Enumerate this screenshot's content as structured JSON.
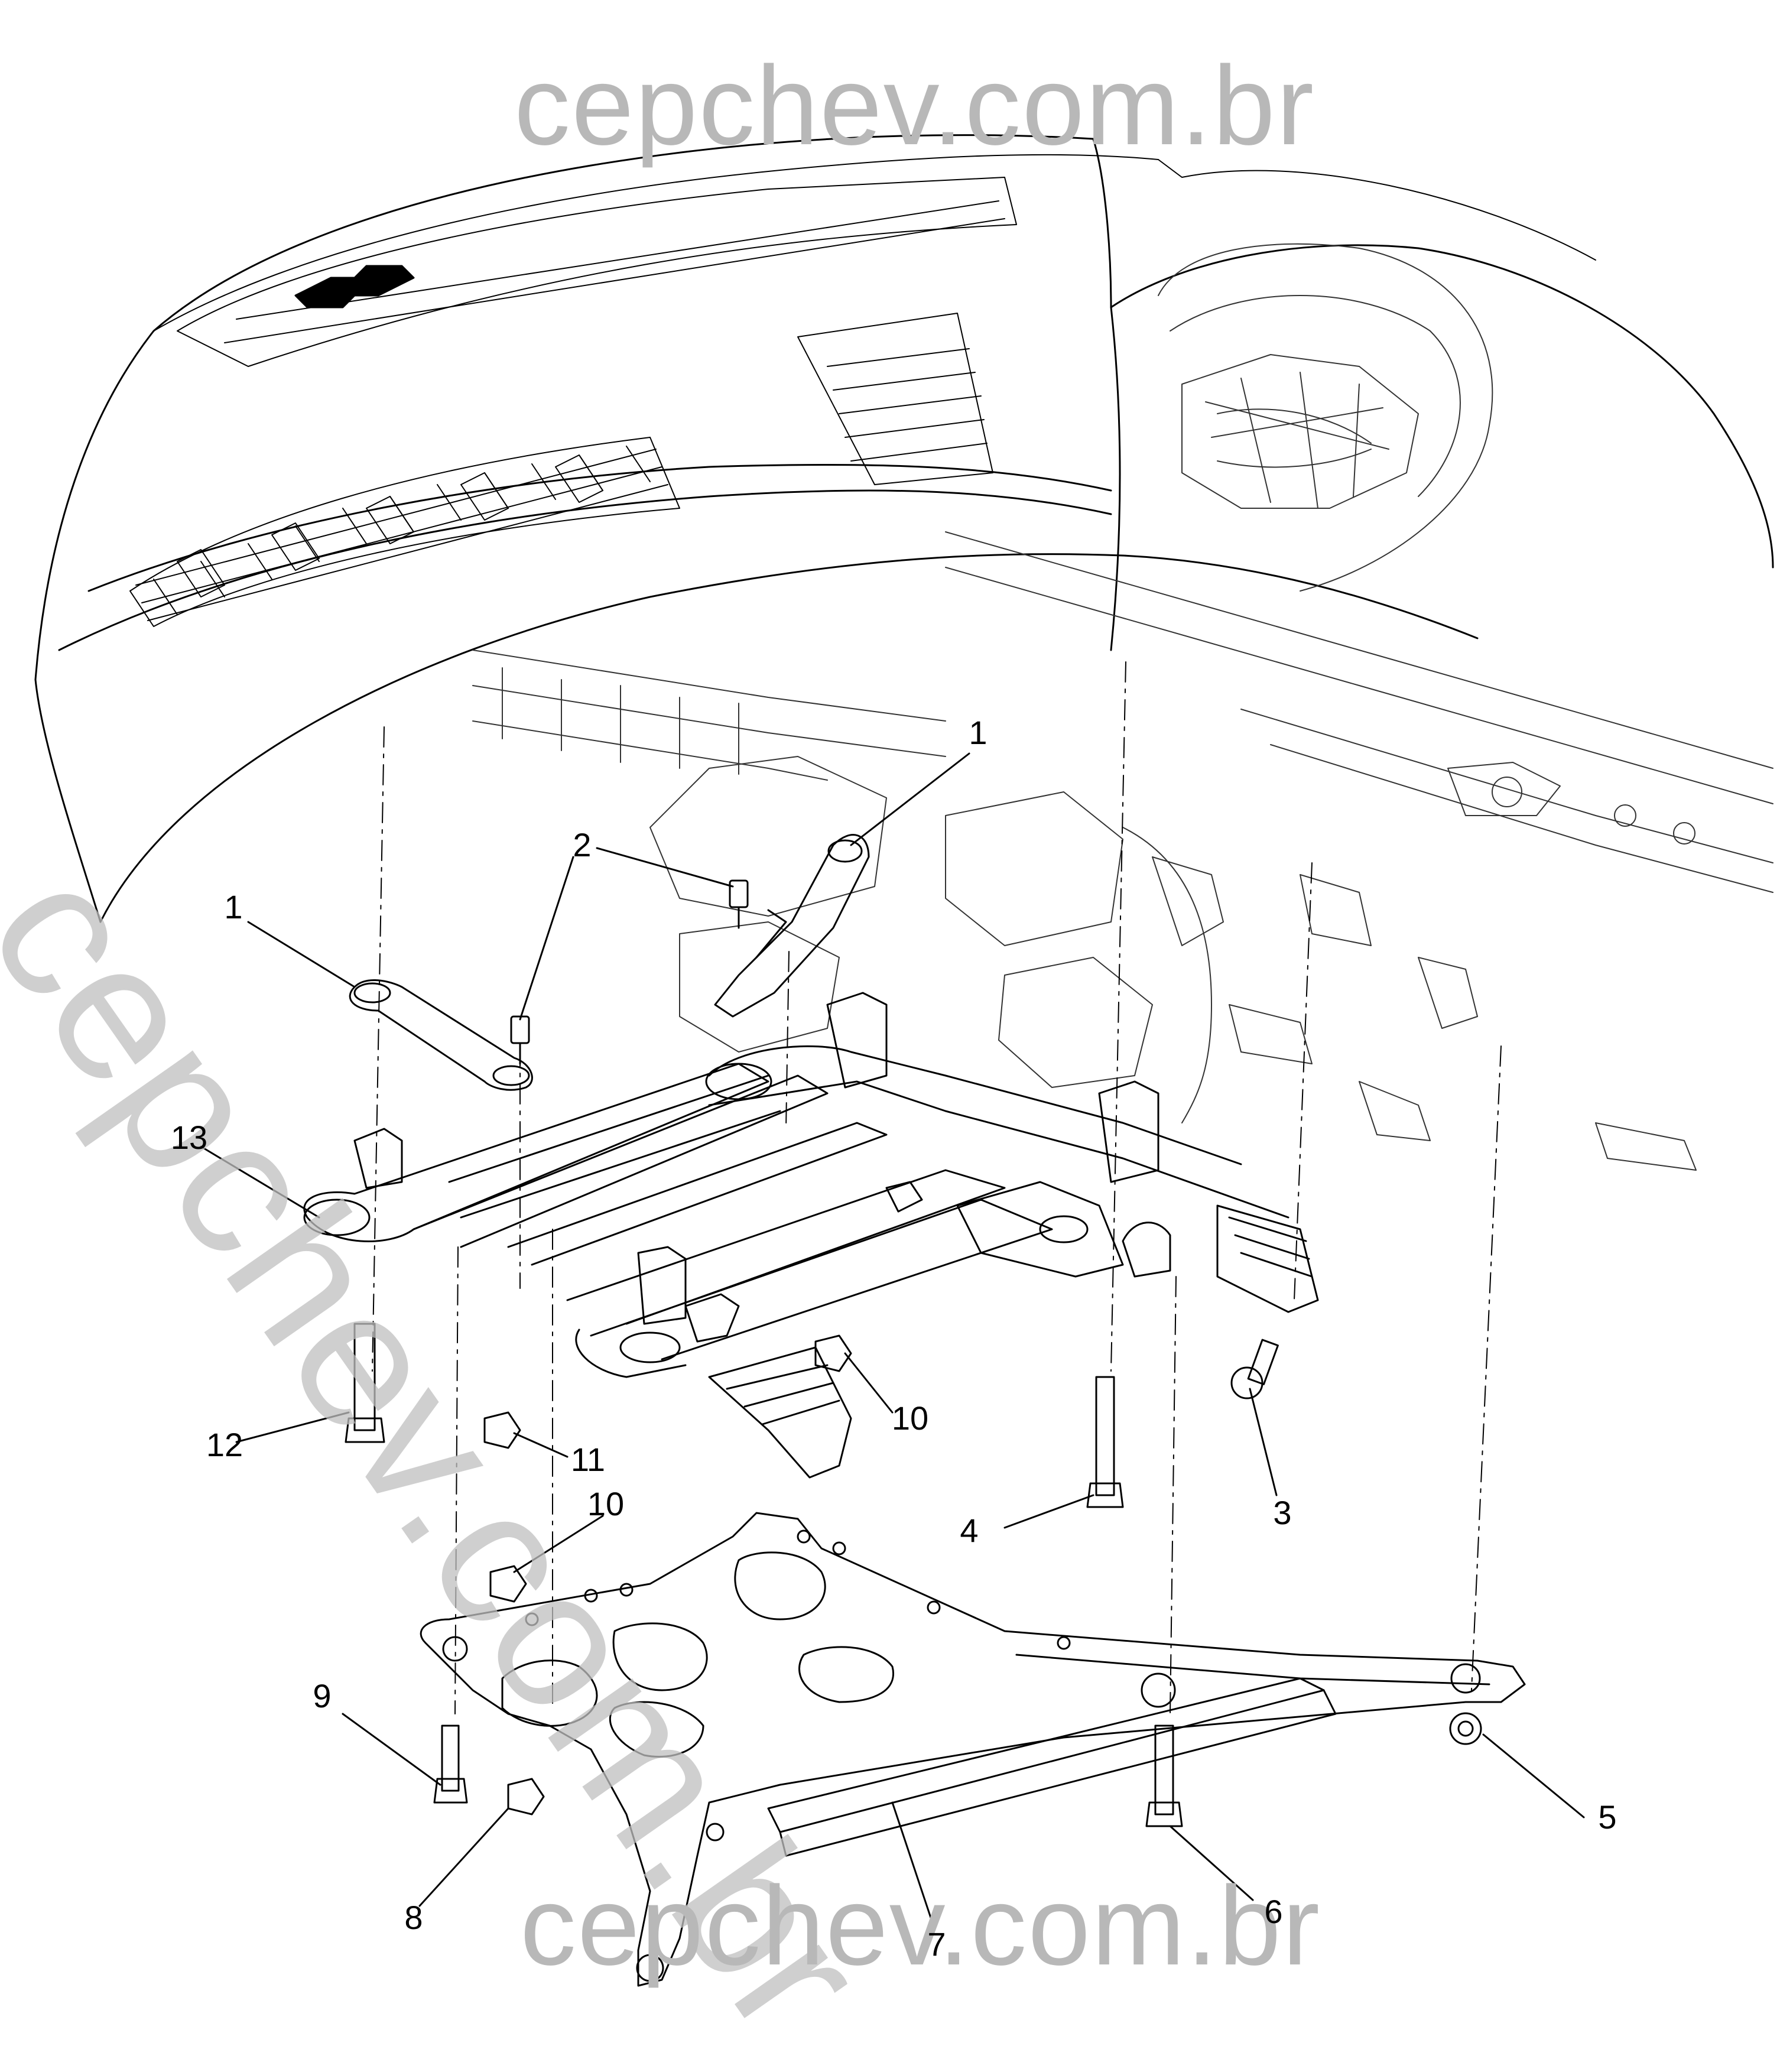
{
  "watermark": {
    "top": "cepchev.com.br",
    "bottom": "cepchev.com.br",
    "diagonal": "cepchev.com.br"
  },
  "callouts": [
    {
      "id": "c1a",
      "label": "1"
    },
    {
      "id": "c1b",
      "label": "1"
    },
    {
      "id": "c2",
      "label": "2"
    },
    {
      "id": "c3",
      "label": "3"
    },
    {
      "id": "c4",
      "label": "4"
    },
    {
      "id": "c5",
      "label": "5"
    },
    {
      "id": "c6",
      "label": "6"
    },
    {
      "id": "c7",
      "label": "7"
    },
    {
      "id": "c8",
      "label": "8"
    },
    {
      "id": "c9",
      "label": "9"
    },
    {
      "id": "c10a",
      "label": "10"
    },
    {
      "id": "c10b",
      "label": "10"
    },
    {
      "id": "c11",
      "label": "11"
    },
    {
      "id": "c12",
      "label": "12"
    },
    {
      "id": "c13",
      "label": "13"
    }
  ]
}
